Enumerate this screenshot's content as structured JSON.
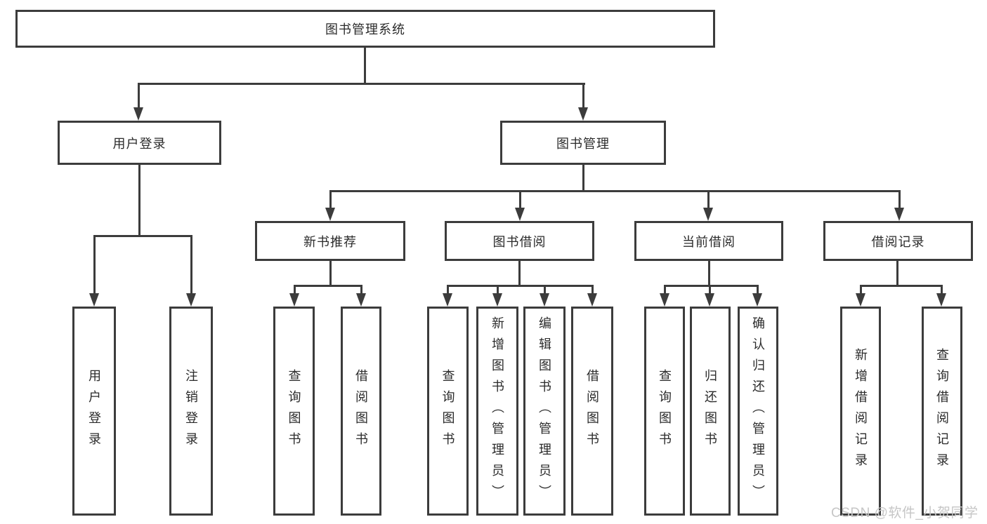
{
  "colors": {
    "line": "#3c3c3c",
    "text": "#2b2b2b",
    "box_bg": "#ffffff",
    "watermark": "#c6c6c6"
  },
  "tree": {
    "root": {
      "label": "图书管理系统"
    },
    "level2": [
      {
        "label": "用户登录"
      },
      {
        "label": "图书管理"
      }
    ],
    "level3": [
      {
        "label": "新书推荐"
      },
      {
        "label": "图书借阅"
      },
      {
        "label": "当前借阅"
      },
      {
        "label": "借阅记录"
      }
    ],
    "leaves": {
      "user_login": [
        {
          "label": "用户登录"
        },
        {
          "label": "注销登录"
        }
      ],
      "new_book": [
        {
          "label": "查询图书"
        },
        {
          "label": "借阅图书"
        }
      ],
      "borrow": [
        {
          "label": "查询图书"
        },
        {
          "label": "新增图书（管理员）"
        },
        {
          "label": "编辑图书（管理员）"
        },
        {
          "label": "借阅图书"
        }
      ],
      "current": [
        {
          "label": "查询图书"
        },
        {
          "label": "归还图书"
        },
        {
          "label": "确认归还（管理员）"
        }
      ],
      "records": [
        {
          "label": "新增借阅记录"
        },
        {
          "label": "查询借阅记录"
        }
      ]
    }
  },
  "watermark": {
    "text": "CSDN @软件_小贺同学"
  }
}
